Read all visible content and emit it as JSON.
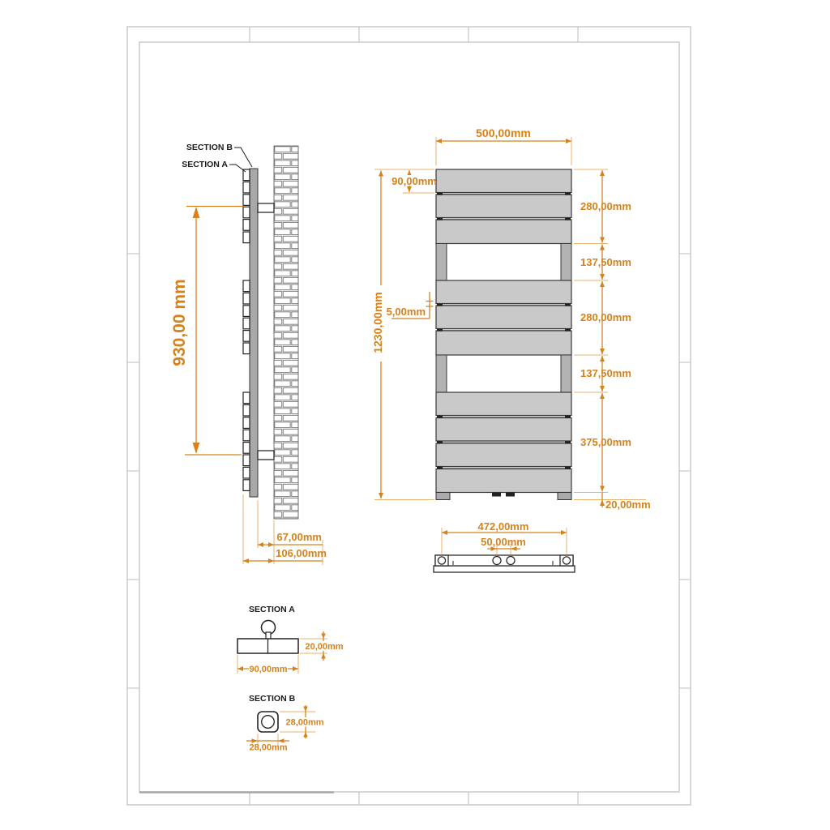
{
  "colors": {
    "accent": "#d5821c",
    "panel_fill": "#c9c9c9",
    "rail_fill": "#a8a8a8",
    "line": "#2b2b2b",
    "frame": "#c6c6c6"
  },
  "side_view": {
    "section_b_callout": "SECTION B",
    "section_a_callout": "SECTION A",
    "mounting_height": "930,00 mm",
    "rail_to_wall": "67,00mm",
    "panel_to_wall": "106,00mm"
  },
  "front_view": {
    "width": "500,00mm",
    "total_height": "1230,00mm",
    "top_panel_height": "90,00mm",
    "panel_gap": "5,00mm",
    "segments": [
      "280,00mm",
      "137,50mm",
      "280,00mm",
      "137,50mm",
      "375,00mm"
    ],
    "foot_height": "20,00mm"
  },
  "top_view": {
    "port_spacing": "472,00mm",
    "center_port_spacing": "50,00mm"
  },
  "section_a": {
    "title": "SECTION A",
    "thickness": "20,00mm",
    "width": "90,00mm"
  },
  "section_b": {
    "title": "SECTION B",
    "height": "28,00mm",
    "width": "28,00mm"
  }
}
